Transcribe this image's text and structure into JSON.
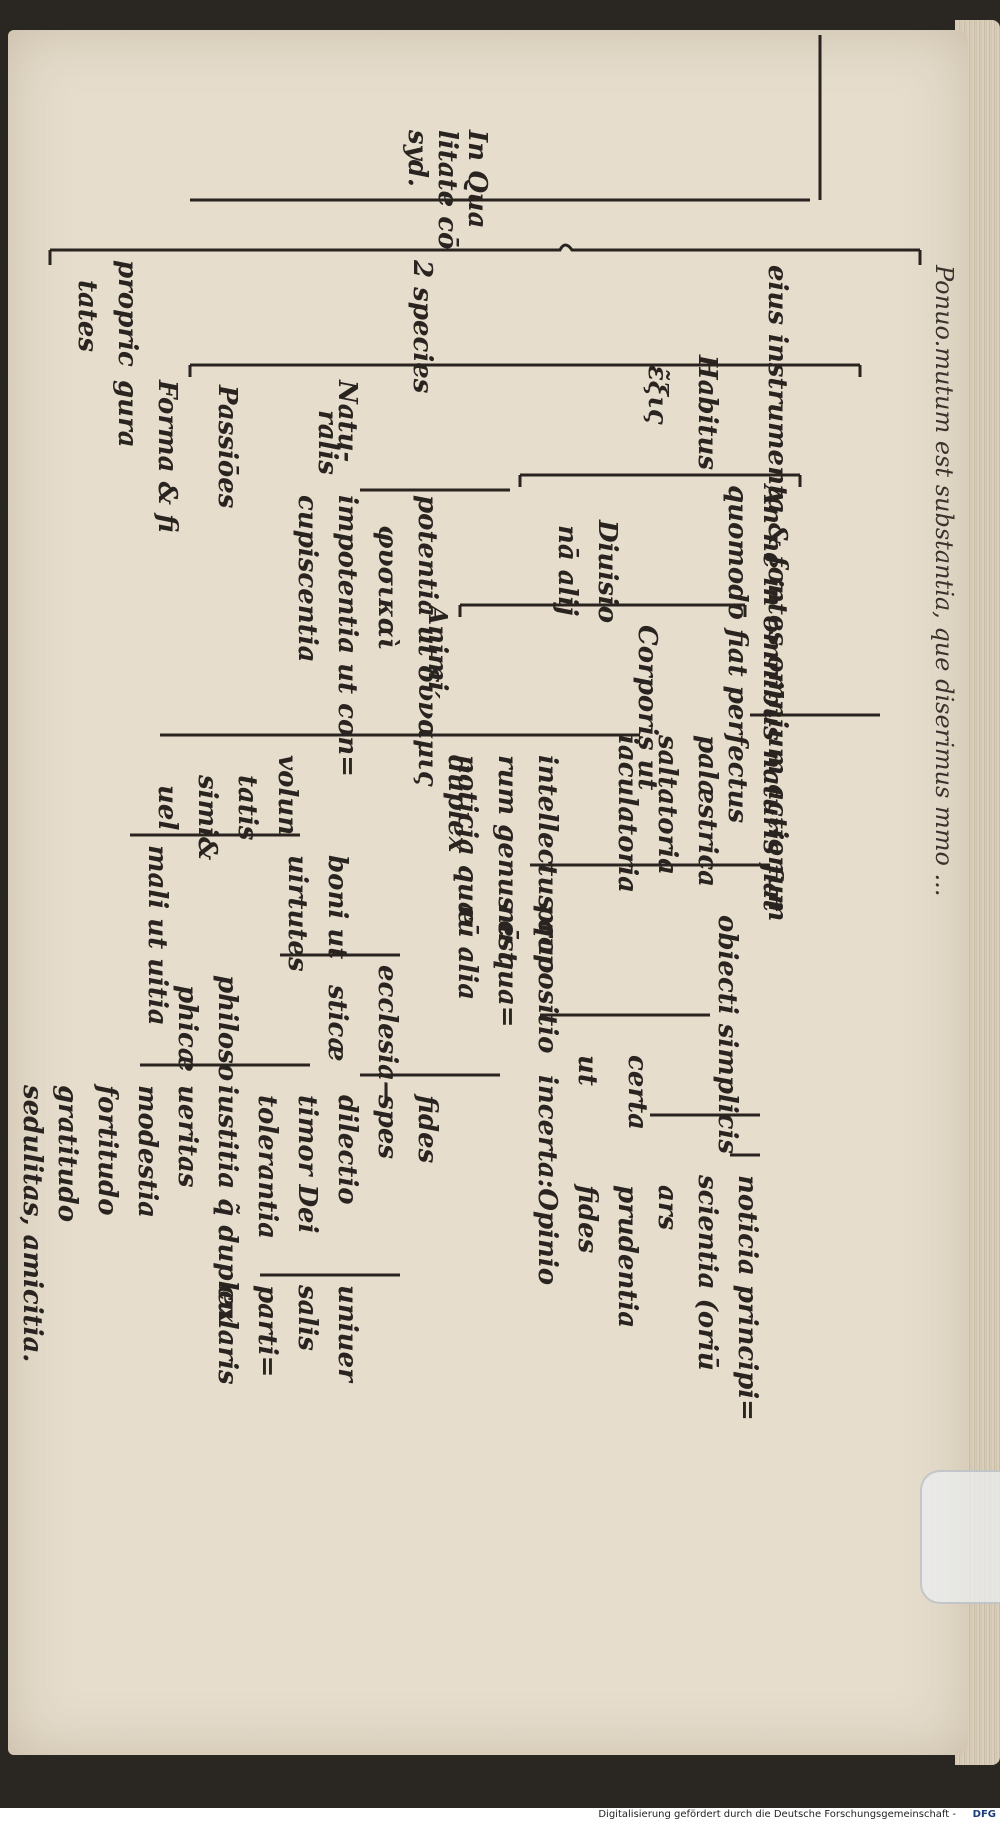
{
  "header_line": "Ponuo.mutum est substantia, que diserimus mmo ...",
  "section_label": [
    "In Qua",
    "litate cō",
    "syd."
  ],
  "species_label": "2 species",
  "proprietates": [
    "propric",
    "tates"
  ],
  "figura": [
    "Forma & fi",
    "gura"
  ],
  "passiones": "Passiōes",
  "naturalis": [
    "Natu-",
    "ralis"
  ],
  "habitus": [
    "Habitus",
    "ε̃ξις"
  ],
  "habitus_desc": [
    "eius instrumenta & fontes omnium actionum",
    "An ne in omnibus naturis fiat",
    "quomodo fiat perfectus"
  ],
  "divisio": [
    "Diuisio",
    "nā alij"
  ],
  "potentia": [
    "potentia ut δύναμις",
    "φυσικαὶ",
    "impotentia ut con=",
    "cupiscentia"
  ],
  "corporis": [
    "Corporis ut"
  ],
  "corporis_items": [
    "palæstrica",
    "saltatoria",
    "iaculatoria"
  ],
  "animi": [
    "Animi",
    "duplex"
  ],
  "intellectus": [
    "intellectus quo",
    "rum genus est",
    "noticia quæ"
  ],
  "obiecti": "obiecti simplicis",
  "propositio": [
    "propositio",
    "nū qua=",
    "rū alia"
  ],
  "certa": [
    "certa",
    "ut"
  ],
  "noticia_items": [
    "noticia principi=",
    "scientia    (oriū",
    "ars",
    "prudentia",
    "fides"
  ],
  "incerta": "incerta:Opinio",
  "voluntatis": [
    "volun",
    "tatis",
    "simi&",
    "uel"
  ],
  "boni": [
    "boni ut",
    "uirtutes"
  ],
  "mali": "mali ut uitia",
  "ecclesiasticae": [
    "ecclesia—",
    "sticæ"
  ],
  "eccl_items": [
    "fides",
    "spes",
    "dilectio",
    "timor Dei",
    "tolerantia"
  ],
  "philosophicae": [
    "philoso",
    "phicæ"
  ],
  "philo_items": [
    "iustitia q̃ duplex",
    "ueritas",
    "modestia",
    "fortitudo",
    "gratitudo",
    "sedulitas, amicitia."
  ],
  "iustitia_sub": [
    "uniuer",
    "salis",
    "parti=",
    "cularis"
  ],
  "footer": "Digitalisierung gefördert durch die Deutsche Forschungsgemeinschaft -",
  "footer_logo": "DFG",
  "colors": {
    "paper": "#e6ddcd",
    "ink": "#2a2420",
    "background": "#2a2622"
  }
}
